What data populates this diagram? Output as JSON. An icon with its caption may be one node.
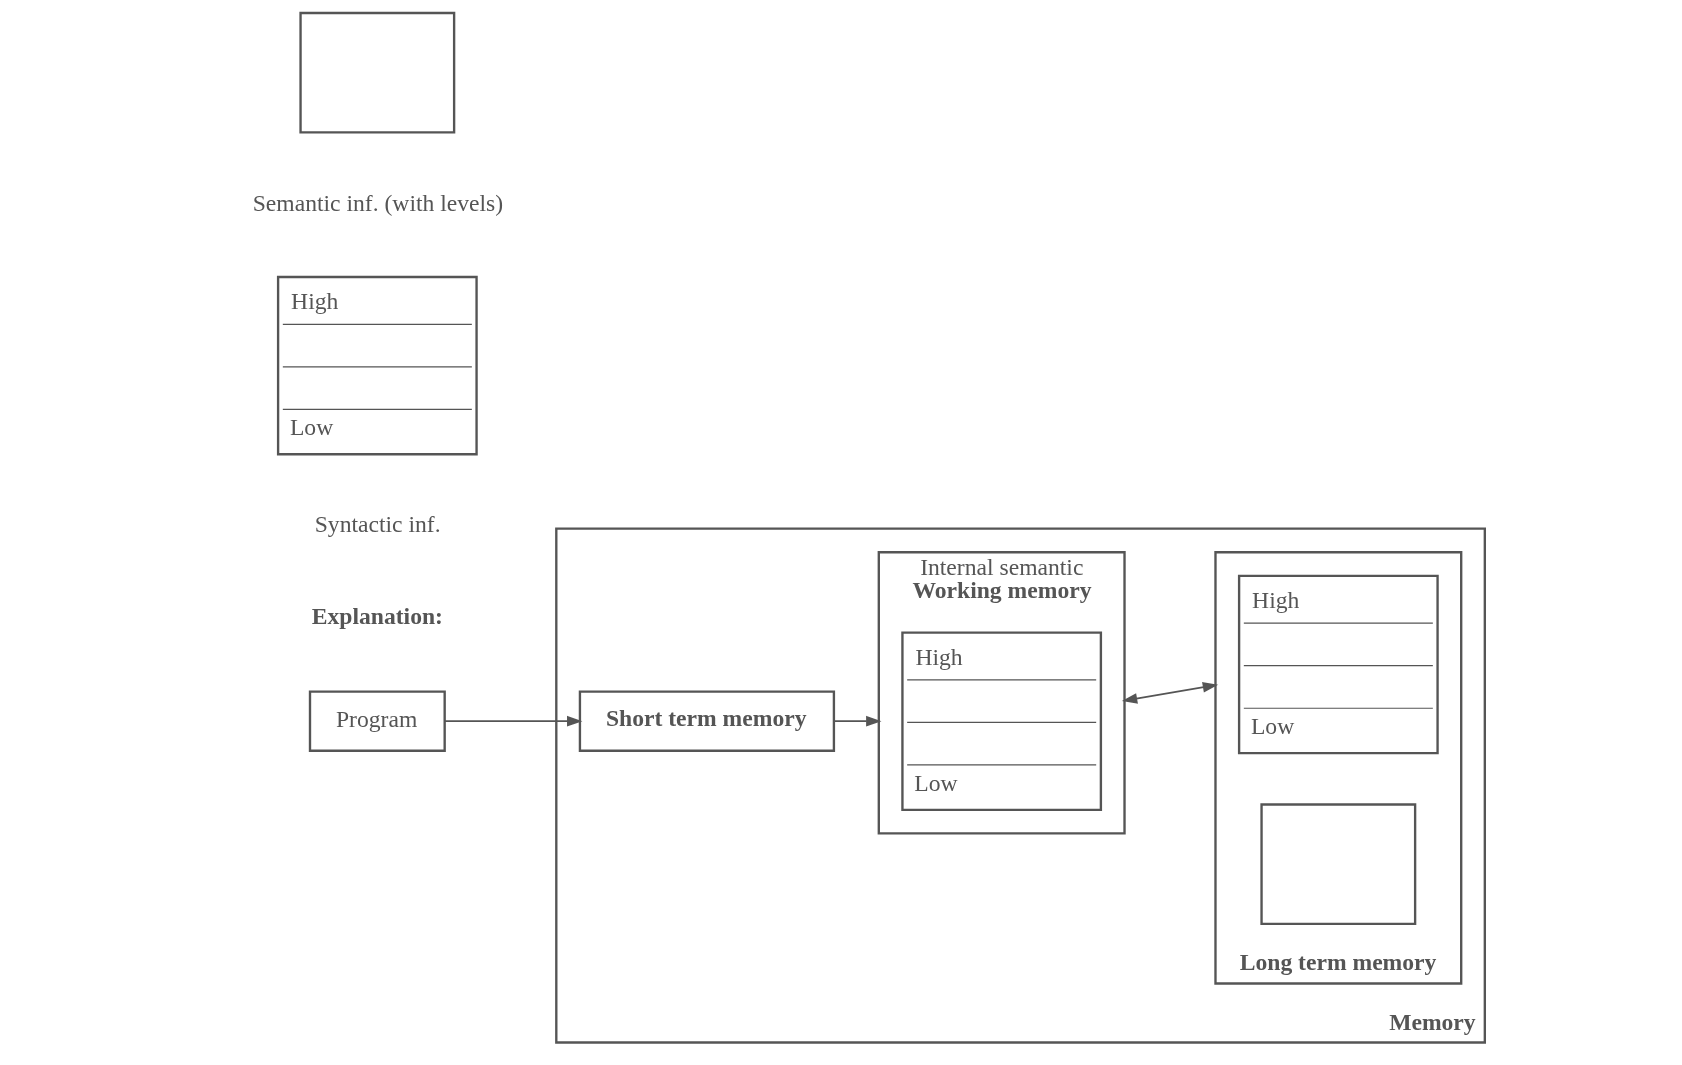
{
  "diagram": {
    "nodes": [
      {
        "text": [
          "Program"
        ]
      },
      {
        "text": [
          "Memory"
        ]
      },
      {
        "text": [
          "Short term memory"
        ],
        "in": 1
      },
      {
        "text": [
          "Internal semantic",
          "Working memory"
        ],
        "in": 1
      },
      {
        "text": [
          "High",
          "Low"
        ],
        "in": 3
      },
      {
        "text": [
          "Long term memory"
        ],
        "in": 1
      },
      {
        "text": [
          "High",
          "Low"
        ],
        "in": 5
      },
      {
        "text": [],
        "shape": "box",
        "in": 5
      },
      {
        "text": [],
        "shape": "box"
      },
      {
        "text": [
          "High",
          "Low"
        ]
      }
    ],
    "edges": [
      {
        "from": 0,
        "to": 2,
        "arrow": "to"
      },
      {
        "from": 2,
        "to": 3,
        "arrow": "to"
      },
      {
        "from": 3,
        "to": 5,
        "arrow": "both"
      }
    ],
    "labels": [
      "Explanation:",
      "Syntactic inf.",
      "Semantic inf. (with levels)"
    ]
  }
}
